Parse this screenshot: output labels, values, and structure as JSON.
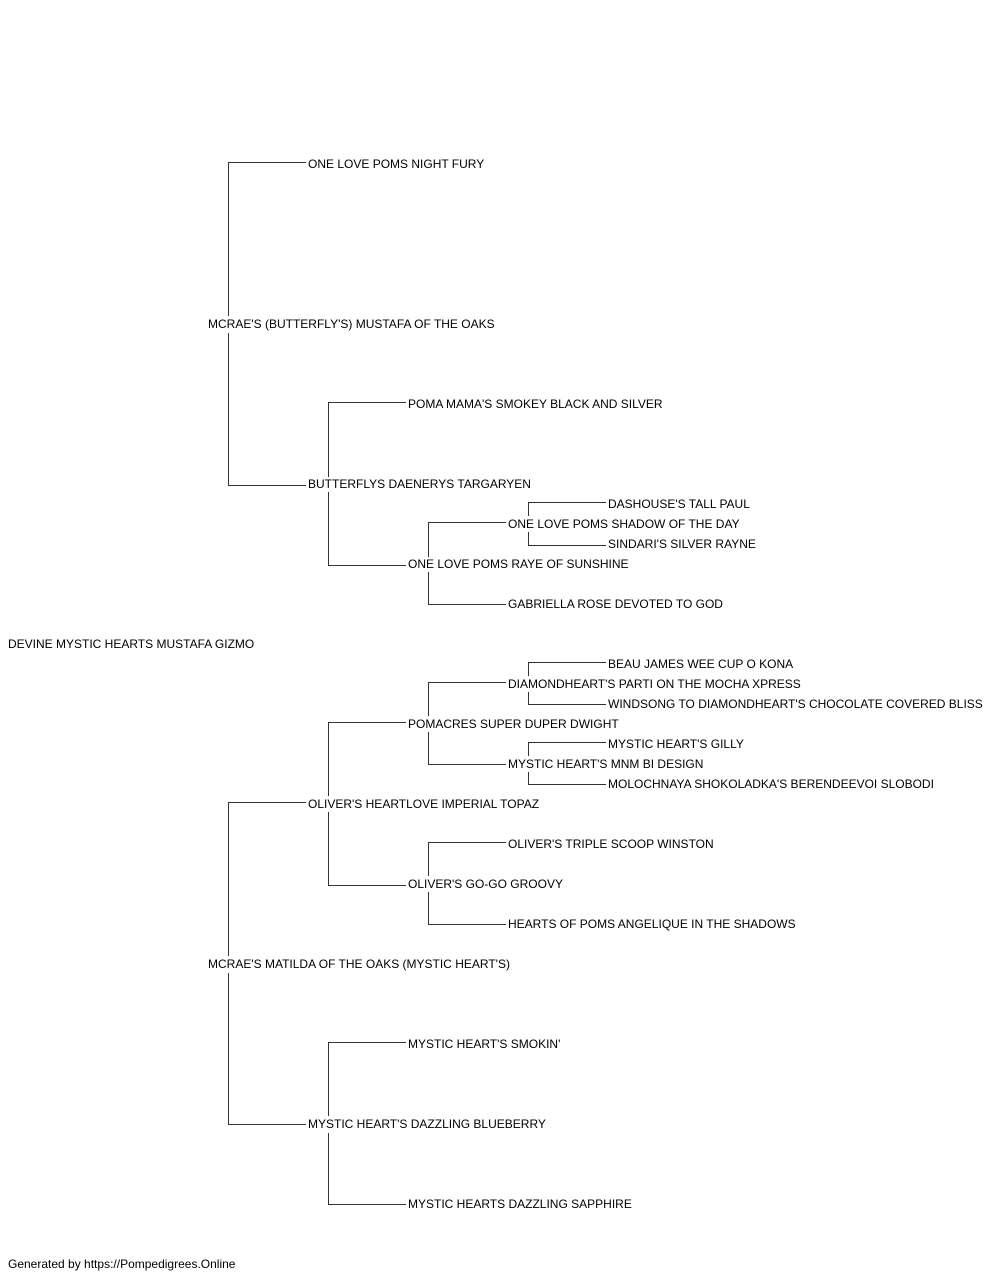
{
  "pedigree": {
    "subject": "DEVINE MYSTIC HEARTS MUSTAFA GIZMO",
    "sire": "MCRAE'S (BUTTERFLY'S) MUSTAFA OF THE OAKS",
    "sire_sire": "ONE LOVE POMS NIGHT FURY",
    "sire_dam": "BUTTERFLYS DAENERYS TARGARYEN",
    "sire_dam_sire": "POMA MAMA'S SMOKEY BLACK AND SILVER",
    "sire_dam_dam": "ONE LOVE POMS RAYE OF SUNSHINE",
    "sire_dam_dam_sire": "ONE LOVE POMS SHADOW OF THE DAY",
    "sire_dam_dam_sire_sire": "DASHOUSE'S TALL PAUL",
    "sire_dam_dam_sire_dam": "SINDARI'S SILVER RAYNE",
    "sire_dam_dam_dam": "GABRIELLA ROSE DEVOTED TO GOD",
    "dam": "MCRAE'S MATILDA OF THE OAKS (MYSTIC HEART'S)",
    "dam_sire": "OLIVER'S HEARTLOVE IMPERIAL TOPAZ",
    "dam_sire_sire": "POMACRES SUPER DUPER DWIGHT",
    "dam_sire_sire_sire": "DIAMONDHEART'S PARTI ON THE MOCHA XPRESS",
    "dam_sire_sire_sire_sire": "BEAU JAMES WEE CUP O KONA",
    "dam_sire_sire_sire_dam": "WINDSONG TO DIAMONDHEART'S CHOCOLATE COVERED BLISS",
    "dam_sire_sire_dam": "MYSTIC HEART'S MNM BI DESIGN",
    "dam_sire_sire_dam_sire": "MYSTIC HEART'S GILLY",
    "dam_sire_sire_dam_dam": "MOLOCHNAYA SHOKOLADKA'S BERENDEEVOI SLOBODI",
    "dam_sire_dam": "OLIVER'S GO-GO GROOVY",
    "dam_sire_dam_sire": "OLIVER'S TRIPLE SCOOP WINSTON",
    "dam_sire_dam_dam": "HEARTS OF POMS ANGELIQUE IN THE SHADOWS",
    "dam_dam": "MYSTIC HEART'S DAZZLING BLUEBERRY",
    "dam_dam_sire": "MYSTIC HEART'S SMOKIN'",
    "dam_dam_dam": "MYSTIC HEARTS DAZZLING SAPPHIRE"
  },
  "footer": "Generated by https://Pompedigrees.Online"
}
